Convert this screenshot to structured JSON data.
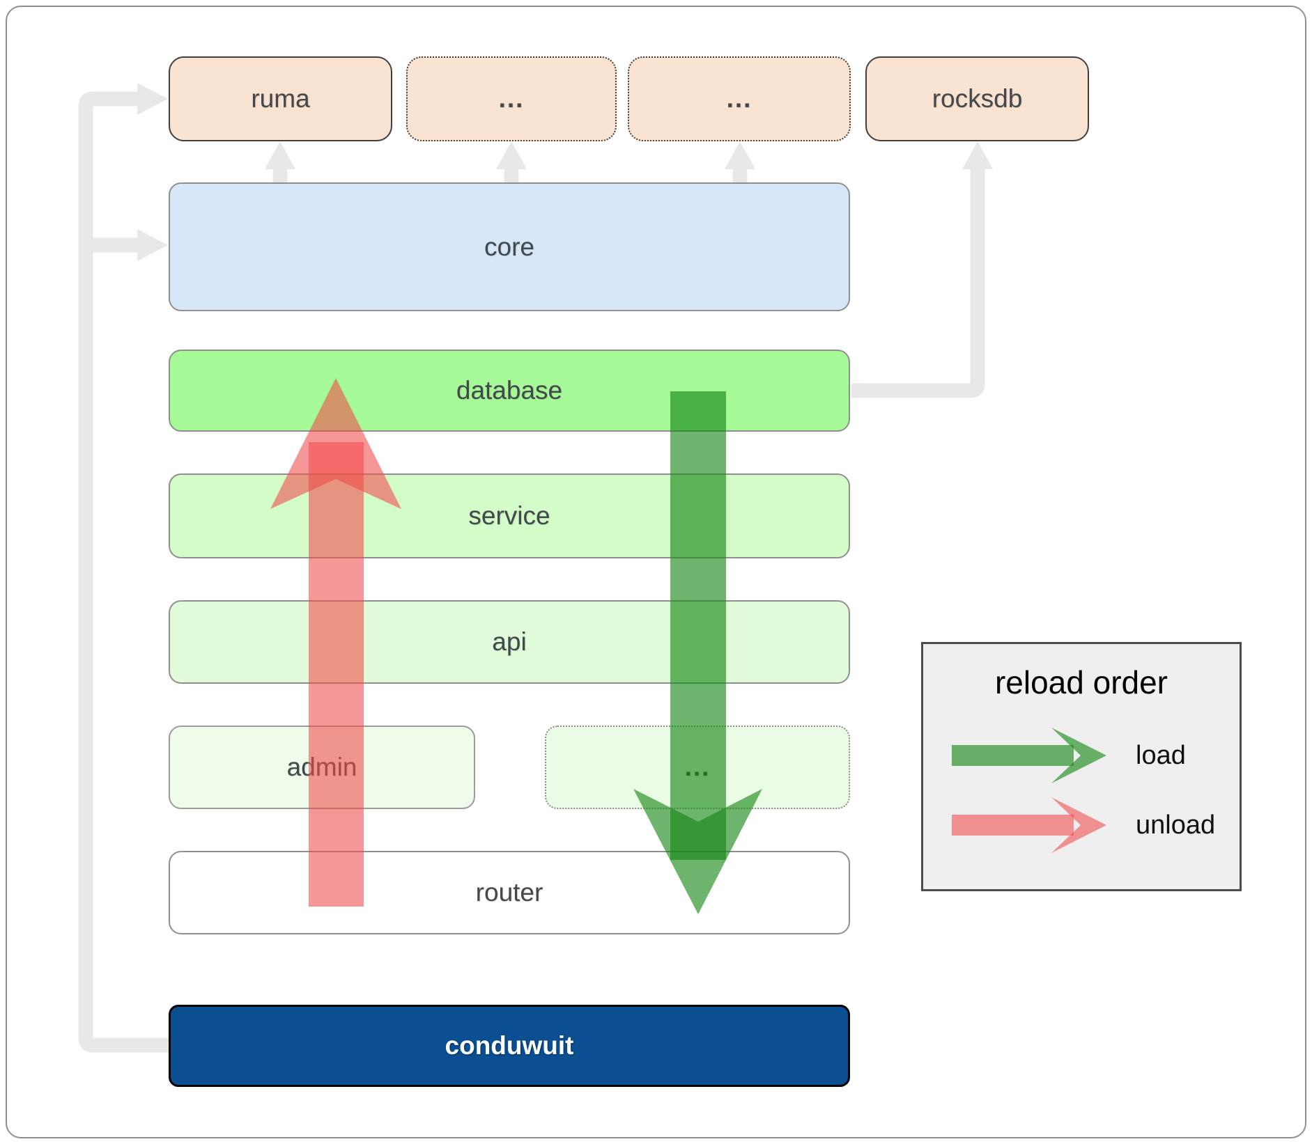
{
  "diagram": {
    "top_row": {
      "ruma": "ruma",
      "dots_a": "...",
      "dots_b": "...",
      "rocksdb": "rocksdb"
    },
    "layers": {
      "core": "core",
      "database": "database",
      "service": "service",
      "api": "api",
      "admin": "admin",
      "admin_dots": "...",
      "router": "router",
      "conduwuit": "conduwuit"
    }
  },
  "legend": {
    "title": "reload order",
    "items": [
      {
        "label": "load",
        "icon": "load-arrow",
        "color": "#138613"
      },
      {
        "label": "unload",
        "icon": "unload-arrow",
        "color": "#f14a4a"
      }
    ]
  },
  "colors": {
    "dependency_box_peach": "#fbe3d1",
    "core_box_blue": "#d5e7f9",
    "database_box_green": "#a6fa97",
    "service_box_green": "#d3fcc9",
    "api_box_green": "#e0fcd8",
    "admin_box_green": "#edfde9",
    "router_box_white": "#ffffff",
    "conduwuit_box_blue": "#0b4e92",
    "load_arrow_green": "#138613",
    "unload_arrow_red": "#f14a4a",
    "connector_gray": "#e8e8e8"
  }
}
